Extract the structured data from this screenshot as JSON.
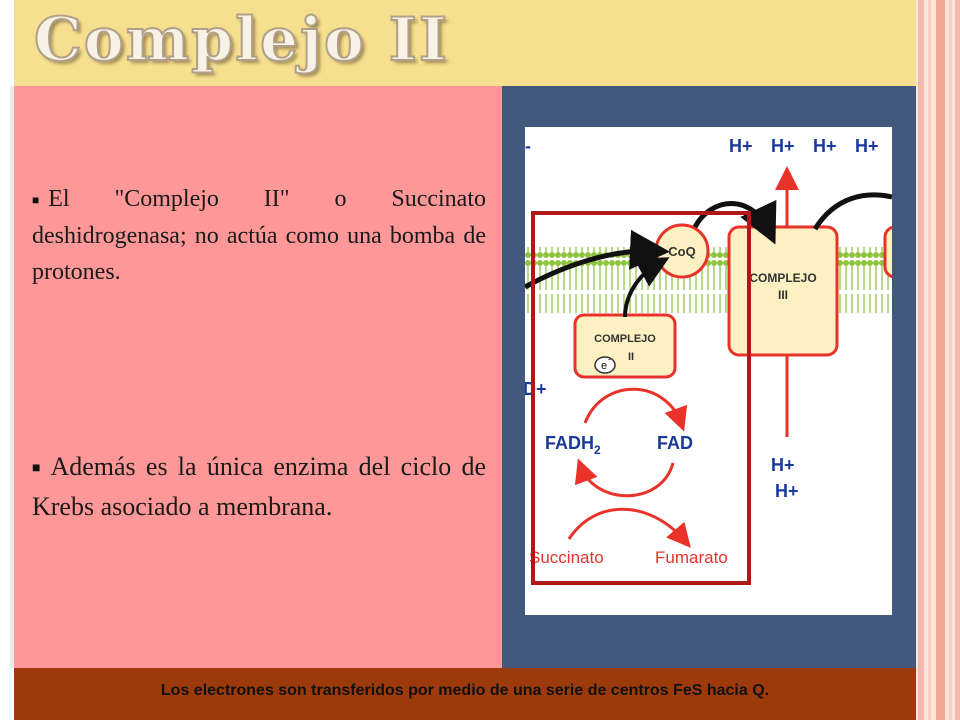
{
  "slide": {
    "title": "Complejo  II",
    "bullets": [
      {
        "icon": "square-bullet-icon",
        "text": "El \"Complejo II\" o Succinato deshidrogenasa; no actúa como una  bomba de protones."
      },
      {
        "icon": "square-bullet-icon",
        "text": "Además es la única enzima del ciclo de Krebs asociado a membrana."
      }
    ],
    "footer": "Los electrones son transferidos por medio de una serie de centros FeS hacia Q."
  },
  "diagram": {
    "protons_top": [
      "H+",
      "H+",
      "H+",
      "H+"
    ],
    "coq_label": "CoQ",
    "complex3_label_line1": "COMPLEJO",
    "complex3_label_line2": "III",
    "complex2_label_line1": "COMPLEJO",
    "complex2_label_line2": "II",
    "electron_label": "e",
    "electron_superscript": "-",
    "left_partial_label": "D+",
    "left_partial_dash": "-",
    "fadh2_label": "FADH",
    "fadh2_subscript": "2",
    "fad_label": "FAD",
    "protons_bottom": [
      "H+",
      "H+"
    ],
    "succinato_label": "Succinato",
    "fumarato_label": "Fumarato"
  },
  "colors": {
    "title_band": "#f6df8f",
    "content_panel": "#fe9797",
    "image_panel": "#42587c",
    "footer": "#9c3a0c",
    "highlight_box": "#b01818",
    "proton_text": "#1a3a9a",
    "reaction_red": "#e8322a"
  }
}
